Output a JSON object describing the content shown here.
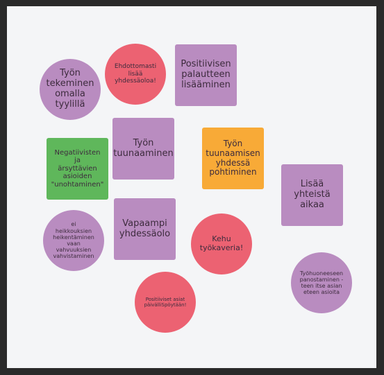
{
  "notes": [
    {
      "text": "Työn\ntekeminen\nomalla\ntyylillä",
      "color": "purple",
      "shape": "circle"
    },
    {
      "text": "Ehdottomasti\nlisää\nyhdessäoloa!",
      "color": "red",
      "shape": "circle"
    },
    {
      "text": "Positiivisen\npalautteen\nlisääminen",
      "color": "purple",
      "shape": "square"
    },
    {
      "text": "Negatiivisten ja\närsyttävien\nasioiden\n\"unohtaminen\"",
      "color": "green",
      "shape": "square"
    },
    {
      "text": "Työn\ntuunaaminen",
      "color": "purple",
      "shape": "square"
    },
    {
      "text": "Työn\ntuunaamisen\nyhdessä\npohtiminen",
      "color": "orange",
      "shape": "square"
    },
    {
      "text": "Lisää\nyhteistä\naikaa",
      "color": "purple",
      "shape": "square"
    },
    {
      "text": "ei\nheikkouksien\nheikentäminen\nvaan\nvahvuuksien\nvahvistaminen",
      "color": "purple",
      "shape": "circle"
    },
    {
      "text": "Vapaampi\nyhdessäolo",
      "color": "purple",
      "shape": "square"
    },
    {
      "text": "Kehu\ntyökaveria!",
      "color": "red",
      "shape": "circle"
    },
    {
      "text": "Työhuoneeseen\npanostaminen -\nteen itse asian\neteen asioita",
      "color": "purple",
      "shape": "circle"
    },
    {
      "text": "Positiiviset asiat\npäivälliSpöytään!",
      "color": "red",
      "shape": "circle"
    }
  ]
}
